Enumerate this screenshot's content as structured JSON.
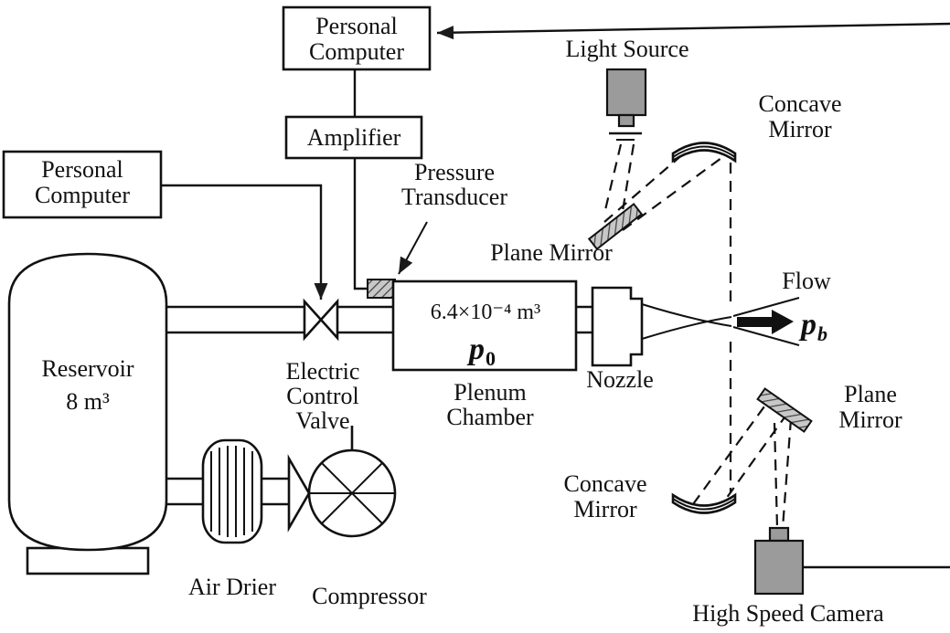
{
  "diagram": {
    "type": "experimental-apparatus-schematic",
    "colors": {
      "line": "#1a1a1a",
      "device_fill": "#9b9b9b",
      "background": "#ffffff"
    },
    "control_chain": {
      "pc_top": {
        "line1": "Personal",
        "line2": "Computer"
      },
      "amplifier": {
        "label": "Amplifier"
      },
      "pc_left": {
        "line1": "Personal",
        "line2": "Computer"
      },
      "pressure_transducer": {
        "line1": "Pressure",
        "line2": "Transducer"
      }
    },
    "air_supply": {
      "reservoir": {
        "line1": "Reservoir",
        "line2": "8 m³"
      },
      "valve": {
        "line1": "Electric",
        "line2": "Control",
        "line3": "Valve"
      },
      "air_drier": {
        "label": "Air Drier"
      },
      "compressor": {
        "label": "Compressor"
      },
      "plenum": {
        "volume": "6.4×10⁻⁴ m³",
        "pressure_symbol": "p",
        "pressure_sub": "0",
        "line1": "Plenum",
        "line2": "Chamber"
      },
      "nozzle": {
        "label": "Nozzle"
      },
      "flow": {
        "label": "Flow",
        "pressure_symbol": "p",
        "pressure_sub": "b"
      }
    },
    "optics": {
      "light_source": {
        "label": "Light Source"
      },
      "concave_mirror_top": {
        "line1": "Concave",
        "line2": "Mirror"
      },
      "plane_mirror_top": {
        "label": "Plane Mirror"
      },
      "plane_mirror_right": {
        "line1": "Plane",
        "line2": "Mirror"
      },
      "concave_mirror_bottom": {
        "line1": "Concave",
        "line2": "Mirror"
      },
      "camera": {
        "label": "High Speed Camera"
      }
    }
  }
}
